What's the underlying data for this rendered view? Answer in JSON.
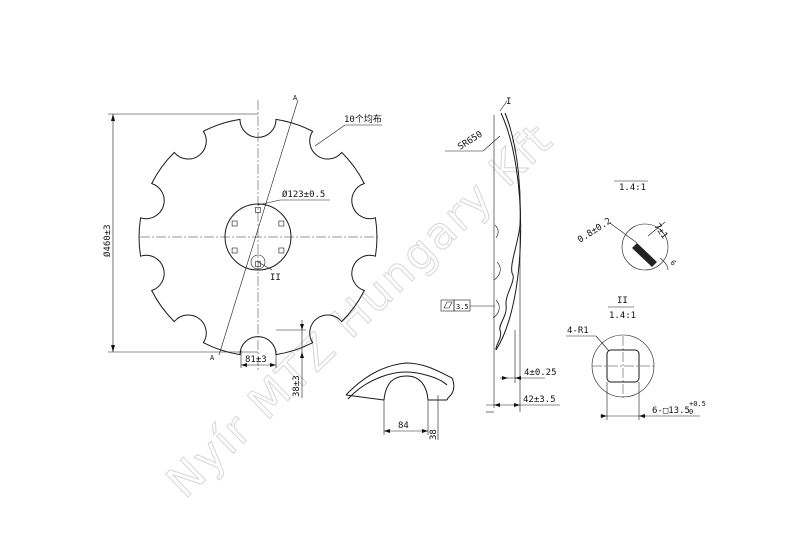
{
  "labels": {
    "count_note": "10个均布",
    "bolt_circle": "Ø123±0.5",
    "outer_diameter": "Ø460±3",
    "notch_width": "81±3",
    "notch_depth": "38±3",
    "section_mark_a_top": "A",
    "section_mark_a_bottom": "A",
    "detail_ref_ii": "II",
    "detail_ref_i": "I",
    "sphere_radius": "SR650",
    "flatness": "3.5",
    "thickness": "4±0.25",
    "dish_depth": "42±3.5",
    "edge_width": "84",
    "edge_depth": "38",
    "detail_i_scale": "1.4:1",
    "edge_thickness": "0.8±0.2",
    "bevel_length": "7±1",
    "bevel_angle": "6",
    "detail_ii_title": "II",
    "detail_ii_scale": "1.4:1",
    "corner_radius": "4-R1",
    "square_holes": "6-□13.5",
    "square_tol": "+0.5",
    "square_tol_low": "0"
  },
  "watermark": "Nyír MTZ Hungary Kft"
}
